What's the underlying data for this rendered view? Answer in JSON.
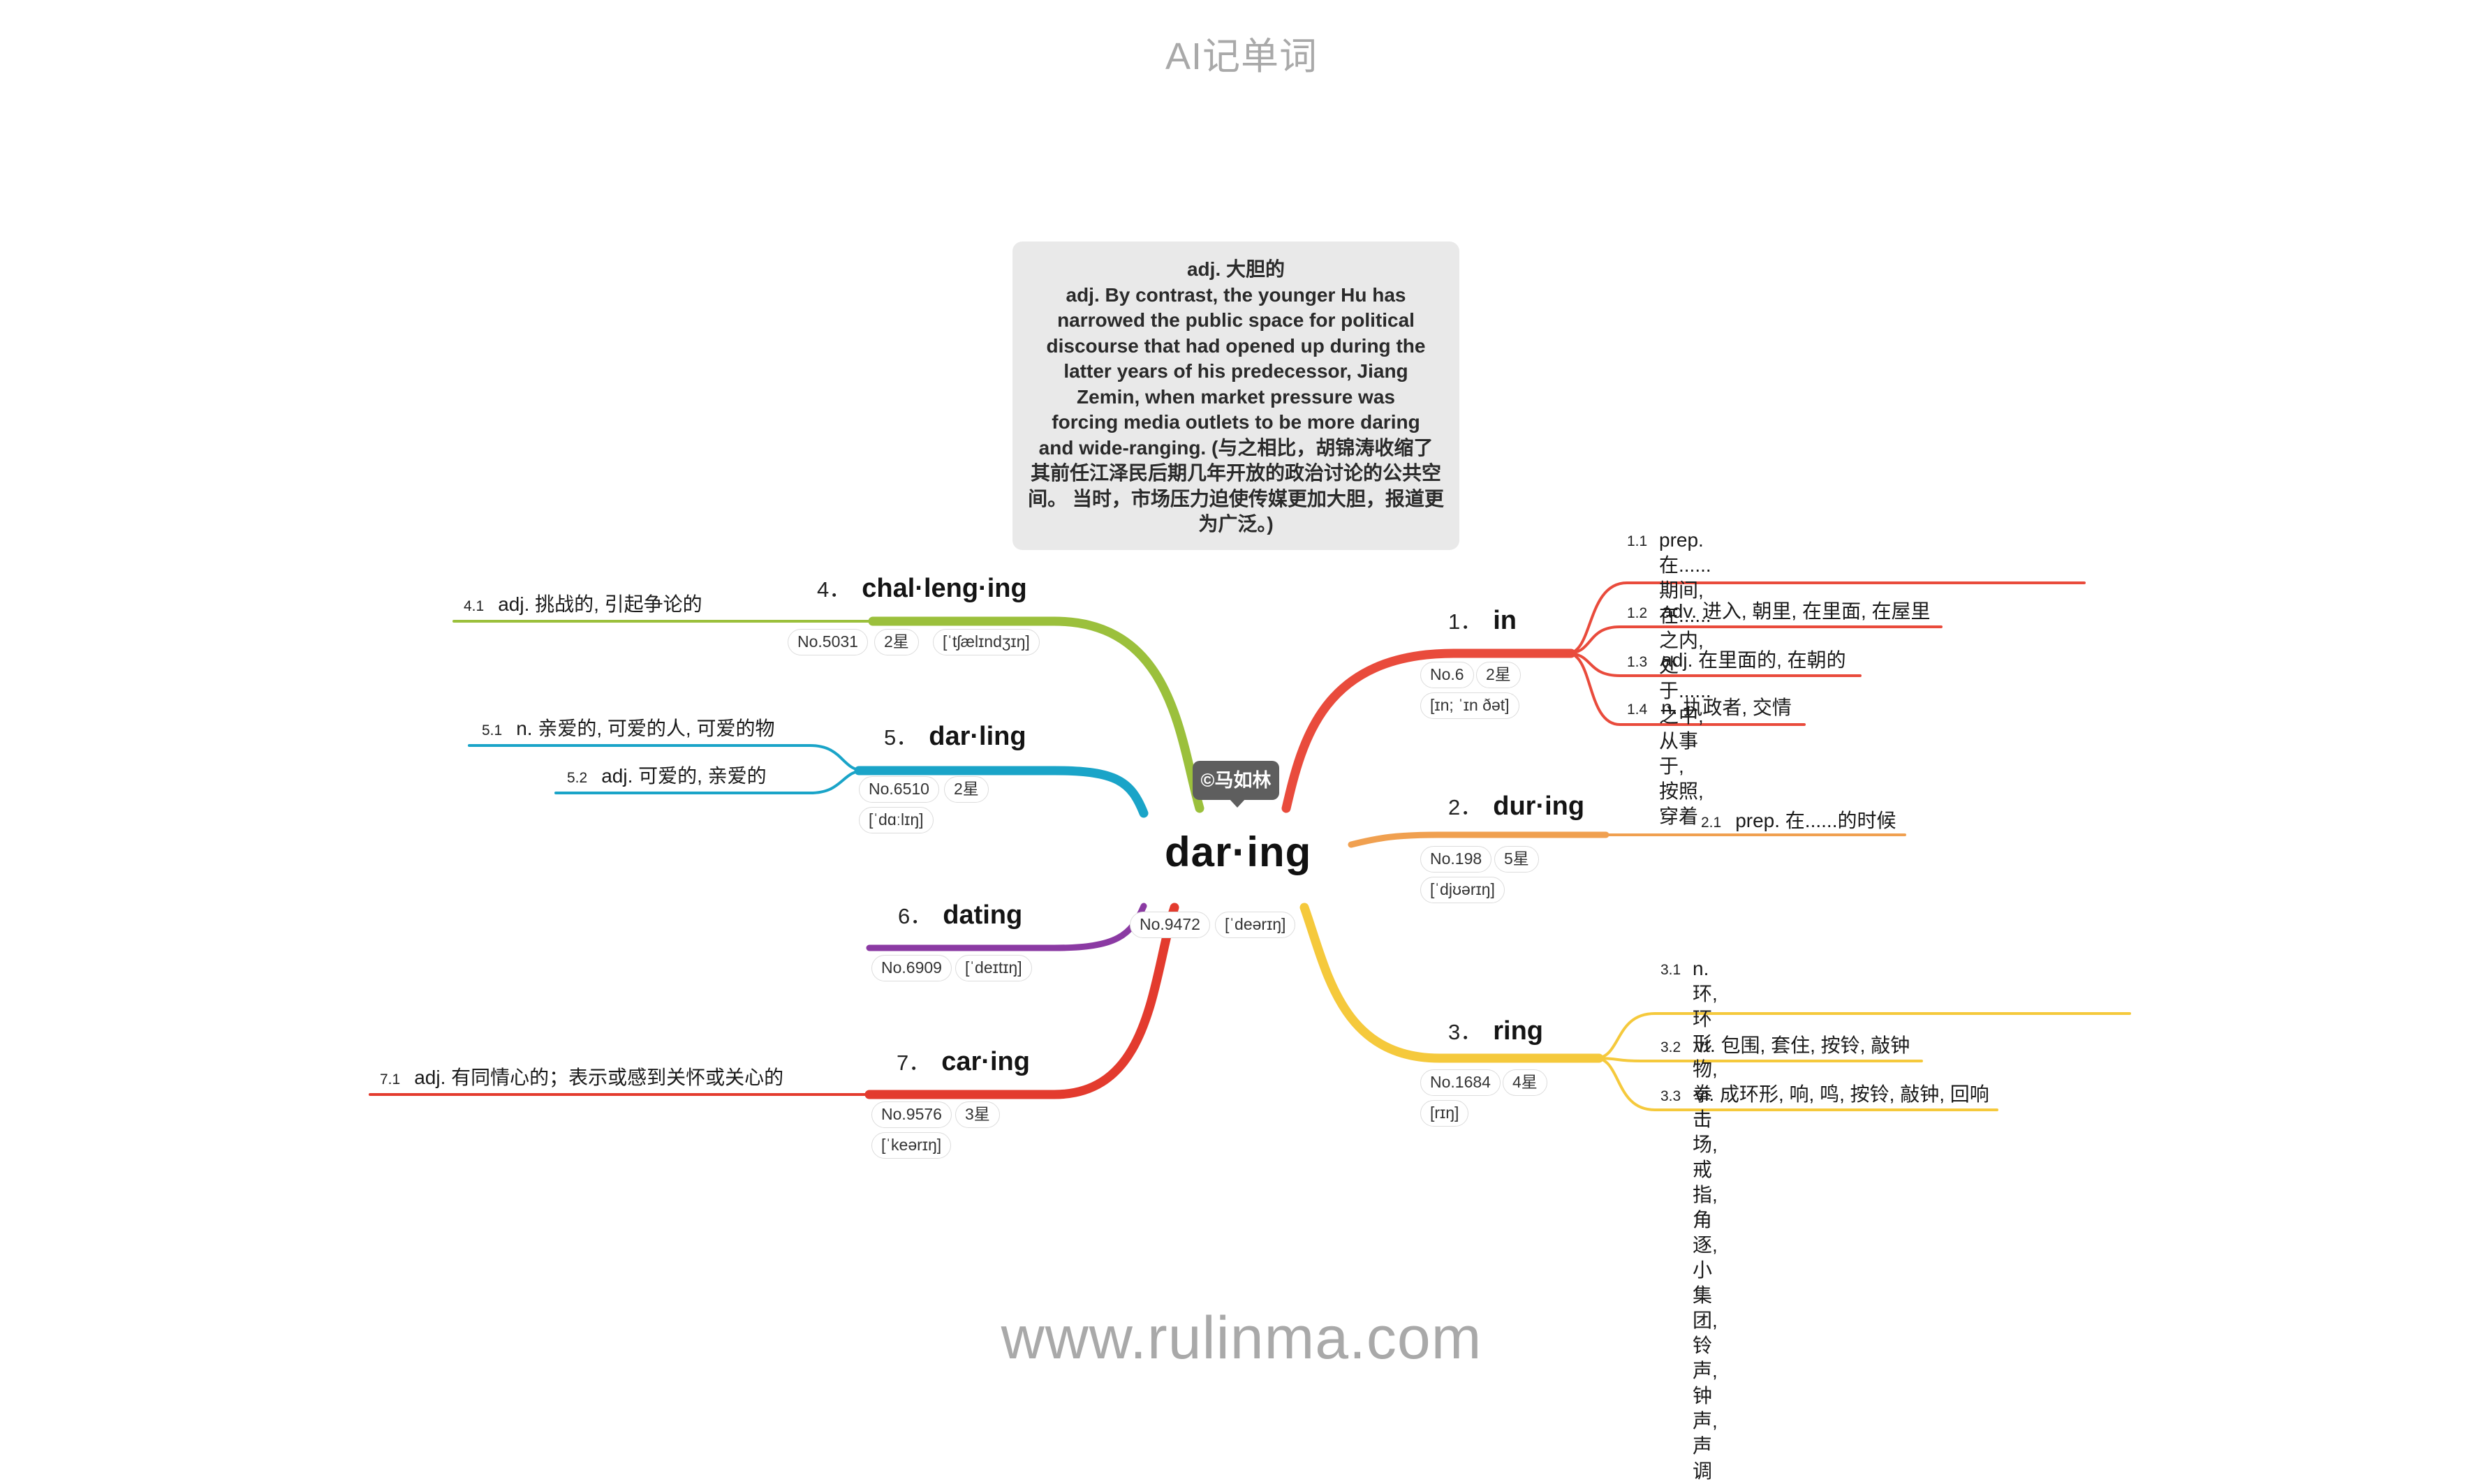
{
  "header": {
    "title": "AI记单词"
  },
  "footer": {
    "url": "www.rulinma.com"
  },
  "note": {
    "lines": [
      "adj. 大胆的",
      "adj. By contrast, the younger Hu has",
      "narrowed the public space for political",
      "discourse that had opened up during the",
      "latter years of his predecessor, Jiang",
      "Zemin, when market pressure was",
      "forcing media outlets to be more daring",
      "and wide-ranging. (与之相比，胡锦涛收缩了",
      "其前任江泽民后期几年开放的政治讨论的公共空",
      "间。 当时，市场压力迫使传媒更加大胆，报道更",
      "为广泛。)"
    ]
  },
  "copyright": "©马如林",
  "center": {
    "word": "dar·ing",
    "rank": "No.9472",
    "phonetic": "[ˈdeərɪŋ]"
  },
  "branches": [
    {
      "num": "1．",
      "word": "in",
      "color": "#e94b3c",
      "rank": "No.6",
      "stars": "2星",
      "phonetic": "[ɪn; ˈɪn ðət]",
      "subs": [
        {
          "num": "1.1",
          "lines": [
            "prep. 在......期间, 在......之内, 处于......之中, 从事于,",
            "按照, 穿着"
          ]
        },
        {
          "num": "1.2",
          "text": "adv. 进入, 朝里, 在里面, 在屋里"
        },
        {
          "num": "1.3",
          "text": "adj. 在里面的, 在朝的"
        },
        {
          "num": "1.4",
          "text": "n. 执政者, 交情"
        }
      ]
    },
    {
      "num": "2．",
      "word": "dur·ing",
      "color": "#f0a050",
      "rank": "No.198",
      "stars": "5星",
      "phonetic": "[ˈdjʊərɪŋ]",
      "subs": [
        {
          "num": "2.1",
          "text": "prep. 在......的时候"
        }
      ]
    },
    {
      "num": "3．",
      "word": "ring",
      "color": "#f5c93c",
      "rank": "No.1684",
      "stars": "4星",
      "phonetic": "[rɪŋ]",
      "subs": [
        {
          "num": "3.1",
          "lines": [
            "n. 环, 环形物, 拳击场, 戒指, 角逐, 小集团, 铃声, 钟",
            "声, 声调"
          ]
        },
        {
          "num": "3.2",
          "text": "vt. 包围, 套住, 按铃, 敲钟"
        },
        {
          "num": "3.3",
          "text": "vi. 成环形, 响, 鸣, 按铃, 敲钟, 回响"
        }
      ]
    },
    {
      "num": "4．",
      "word": "chal·leng·ing",
      "color": "#9bc03c",
      "rank": "No.5031",
      "stars": "2星",
      "phonetic": "[ˈtʃælɪndʒɪŋ]",
      "subs": [
        {
          "num": "4.1",
          "text": "adj. 挑战的, 引起争论的"
        }
      ]
    },
    {
      "num": "5．",
      "word": "dar·ling",
      "color": "#1aa4c8",
      "rank": "No.6510",
      "stars": "2星",
      "phonetic": "[ˈdɑːlɪŋ]",
      "subs": [
        {
          "num": "5.1",
          "text": "n. 亲爱的, 可爱的人, 可爱的物"
        },
        {
          "num": "5.2",
          "text": "adj. 可爱的, 亲爱的"
        }
      ]
    },
    {
      "num": "6．",
      "word": "dating",
      "color": "#8b3aa3",
      "rank": "No.6909",
      "phonetic": "[ˈdeɪtɪŋ]",
      "subs": []
    },
    {
      "num": "7．",
      "word": "car·ing",
      "color": "#e33b2e",
      "rank": "No.9576",
      "stars": "3星",
      "phonetic": "[ˈkeərɪŋ]",
      "subs": [
        {
          "num": "7.1",
          "text": "adj. 有同情心的；表示或感到关怀或关心的"
        }
      ]
    }
  ]
}
